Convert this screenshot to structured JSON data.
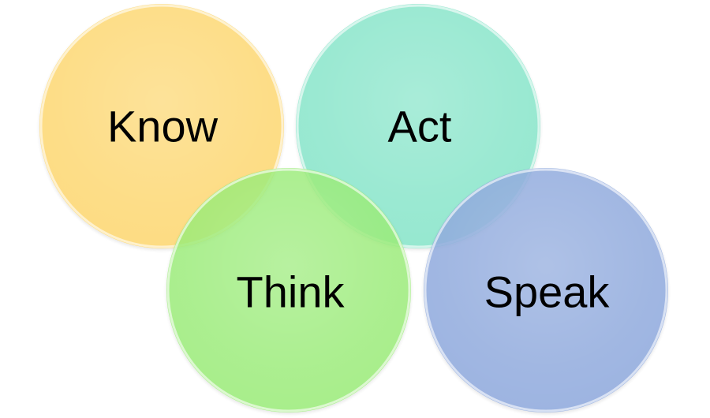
{
  "diagram": {
    "circles": [
      {
        "label": "Know",
        "color": "#FDD66E"
      },
      {
        "label": "Act",
        "color": "#7FE3C6"
      },
      {
        "label": "Think",
        "color": "#96EB72"
      },
      {
        "label": "Speak",
        "color": "#8DA8DC"
      }
    ]
  }
}
